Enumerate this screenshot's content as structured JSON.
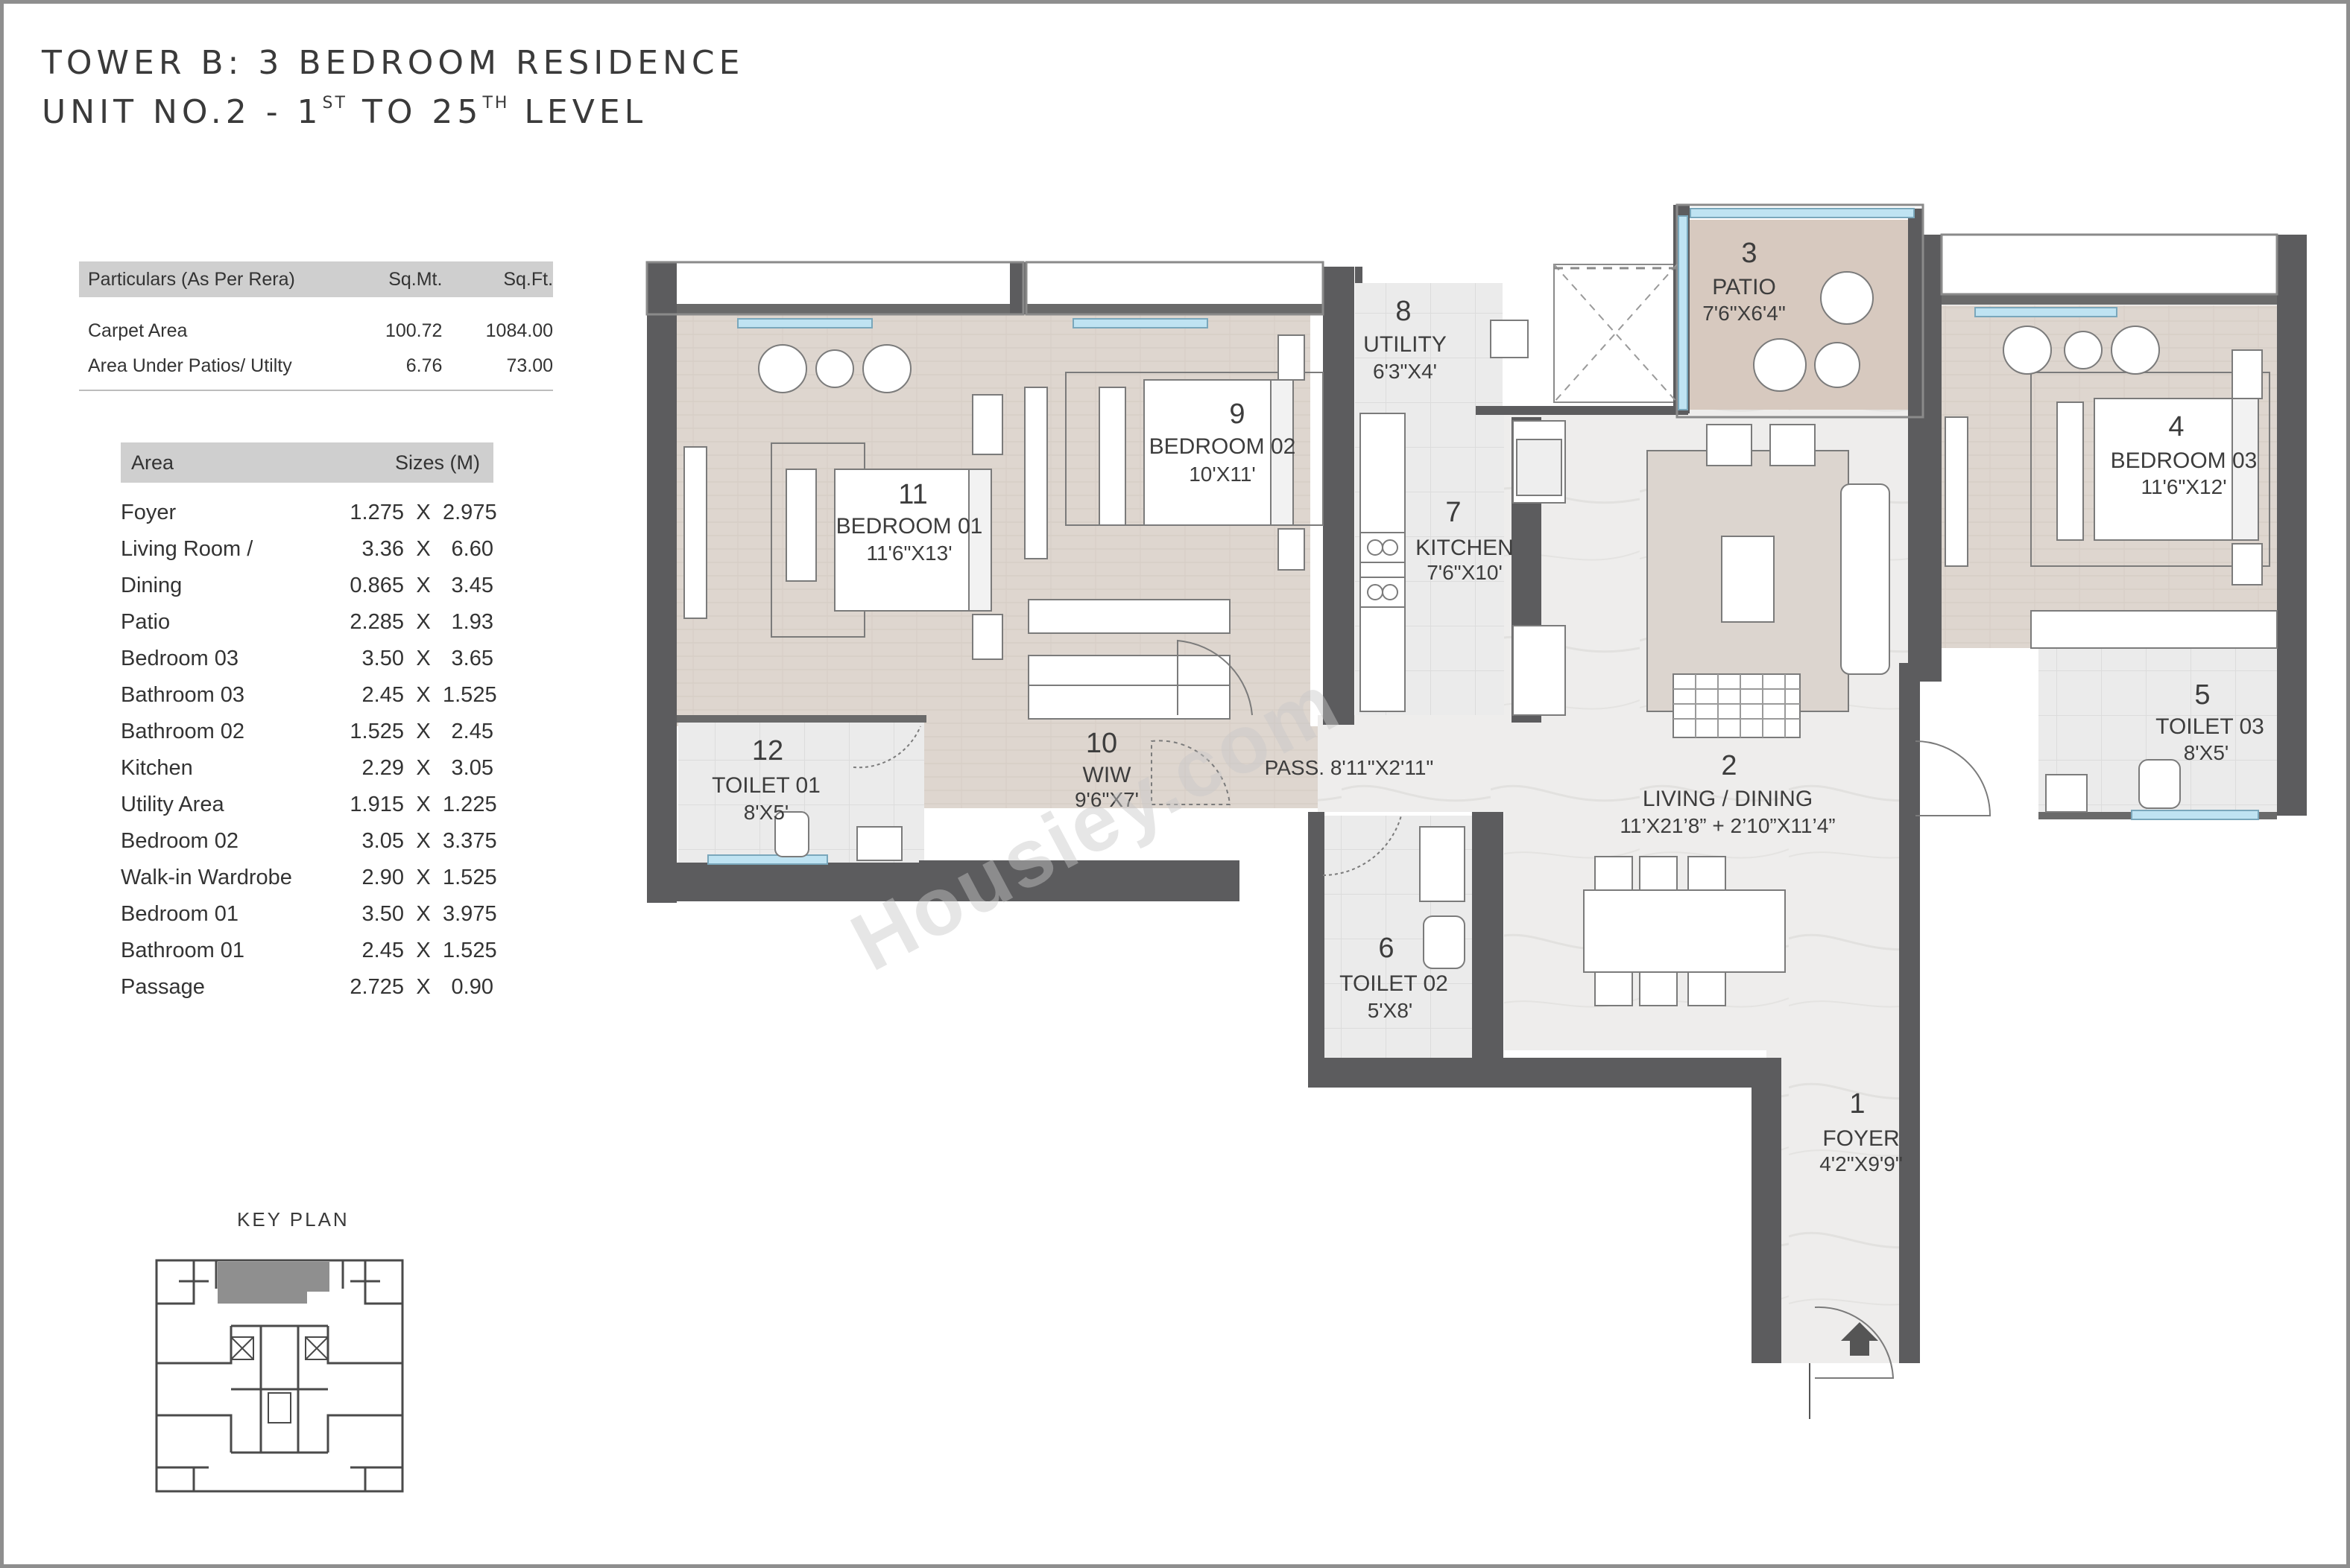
{
  "title": {
    "line1": "TOWER B: 3 BEDROOM RESIDENCE",
    "line2_pre": "UNIT NO.2 - 1",
    "line2_sup1": "ST",
    "line2_mid": " TO 25",
    "line2_sup2": "TH",
    "line2_post": " LEVEL"
  },
  "rera_table": {
    "headers": [
      "Particulars (As Per Rera)",
      "Sq.Mt.",
      "Sq.Ft."
    ],
    "rows": [
      [
        "Carpet Area",
        "100.72",
        "1084.00"
      ],
      [
        "Area Under Patios/ Utilty",
        "6.76",
        "73.00"
      ]
    ]
  },
  "sizes_table": {
    "headers": [
      "Area",
      "Sizes (M)"
    ],
    "rows": [
      {
        "name": "Foyer",
        "a": "1.275",
        "x": "X",
        "b": "2.975"
      },
      {
        "name": "Living Room /",
        "a": "3.36",
        "x": "X",
        "b": "6.60"
      },
      {
        "name": "Dining",
        "a": "0.865",
        "x": "X",
        "b": "3.45"
      },
      {
        "name": "Patio",
        "a": "2.285",
        "x": "X",
        "b": "1.93"
      },
      {
        "name": "Bedroom 03",
        "a": "3.50",
        "x": "X",
        "b": "3.65"
      },
      {
        "name": "Bathroom 03",
        "a": "2.45",
        "x": "X",
        "b": "1.525"
      },
      {
        "name": "Bathroom 02",
        "a": "1.525",
        "x": "X",
        "b": "2.45"
      },
      {
        "name": "Kitchen",
        "a": "2.29",
        "x": "X",
        "b": "3.05"
      },
      {
        "name": "Utility Area",
        "a": "1.915",
        "x": "X",
        "b": "1.225"
      },
      {
        "name": "Bedroom 02",
        "a": "3.05",
        "x": "X",
        "b": "3.375"
      },
      {
        "name": "Walk-in Wardrobe",
        "a": "2.90",
        "x": "X",
        "b": "1.525"
      },
      {
        "name": "Bedroom 01",
        "a": "3.50",
        "x": "X",
        "b": "3.975"
      },
      {
        "name": "Bathroom 01",
        "a": "2.45",
        "x": "X",
        "b": "1.525"
      },
      {
        "name": "Passage",
        "a": "2.725",
        "x": "X",
        "b": "0.90"
      }
    ]
  },
  "key_plan": {
    "title": "KEY PLAN"
  },
  "rooms": {
    "r1": {
      "num": "1",
      "name": "FOYER",
      "dim": "4'2\"X9'9\""
    },
    "r2": {
      "num": "2",
      "name": "LIVING / DINING",
      "dim": "11’X21’8” + 2’10”X11’4”"
    },
    "r3": {
      "num": "3",
      "name": "PATIO",
      "dim": "7'6\"X6'4\""
    },
    "r4": {
      "num": "4",
      "name": "BEDROOM 03",
      "dim": "11'6\"X12'"
    },
    "r5": {
      "num": "5",
      "name": "TOILET 03",
      "dim": "8'X5'"
    },
    "r6": {
      "num": "6",
      "name": "TOILET 02",
      "dim": "5'X8'"
    },
    "r7": {
      "num": "7",
      "name": "KITCHEN",
      "dim": "7'6\"X10'"
    },
    "r8": {
      "num": "8",
      "name": "UTILITY",
      "dim": "6'3\"X4'"
    },
    "r9": {
      "num": "9",
      "name": "BEDROOM 02",
      "dim": "10'X11'"
    },
    "r10": {
      "num": "10",
      "name": "WIW",
      "dim": "9'6\"X7'"
    },
    "r11": {
      "num": "11",
      "name": "BEDROOM 01",
      "dim": "11'6\"X13'"
    },
    "r12": {
      "num": "12",
      "name": "TOILET 01",
      "dim": "8'X5'"
    },
    "passage": {
      "label": "PASS. 8'11\"X2'11\""
    }
  },
  "watermark": "Housiey.com",
  "colors": {
    "wall": "#5c5c5e",
    "wood_floor": "#ddd4cd",
    "tile_floor": "#ececec",
    "patio_floor": "#d7c9bf",
    "table_header": "#cfcfcf",
    "window": "#bfe3f2"
  }
}
